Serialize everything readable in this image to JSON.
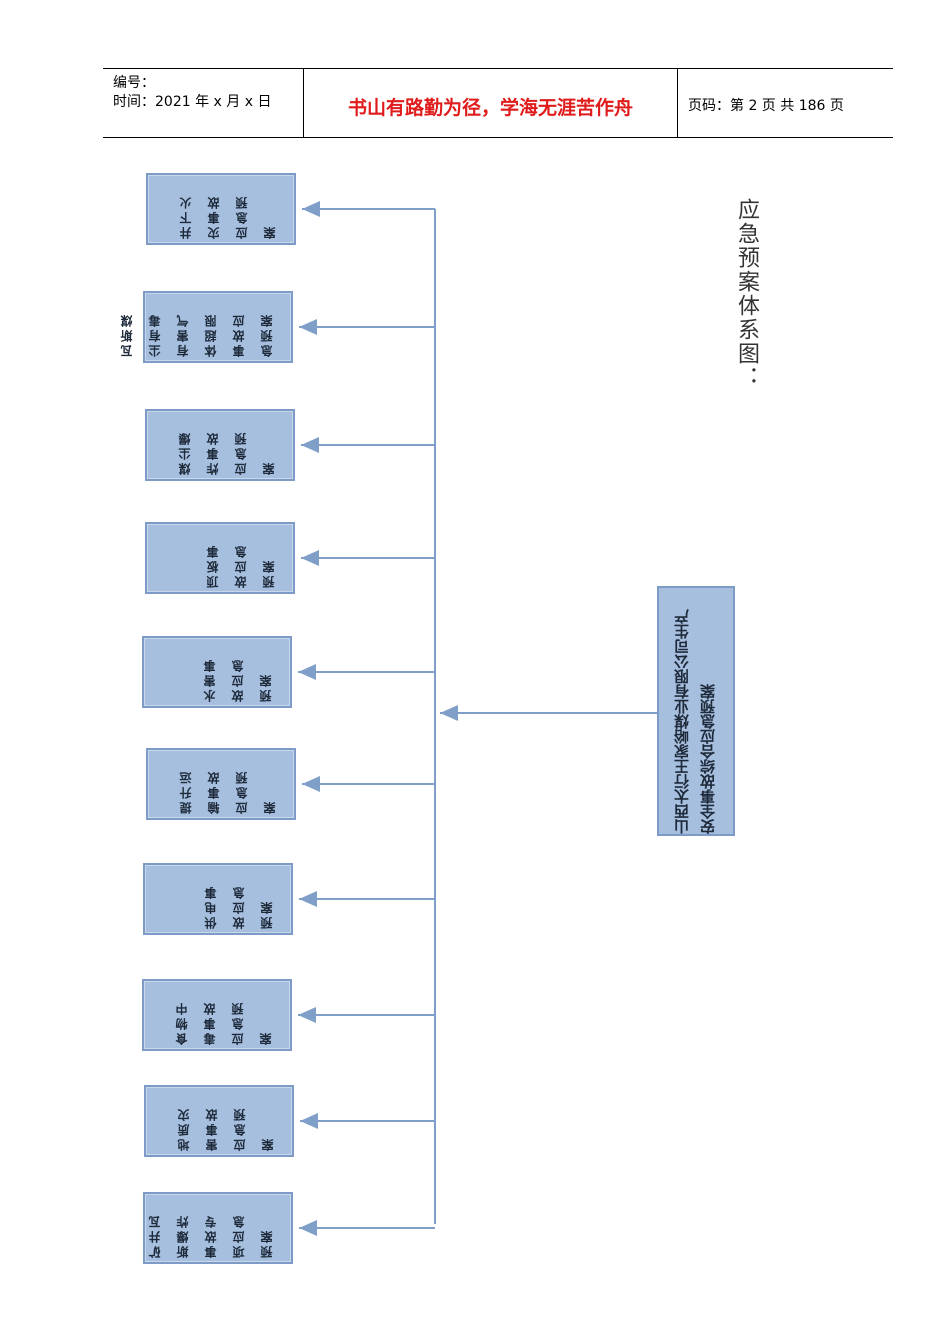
{
  "header": {
    "number_label": "编号：",
    "time_label": "时间：2021 年 x 月 x 日",
    "motto": "书山有路勤为径，学海无涯苦作舟",
    "page_info": "页码：第 2 页  共 186 页"
  },
  "diagram": {
    "title": "应急预案体系图：",
    "main_node": "山西太行王家峪煤业有限公司生产安全事故综合应急预案",
    "branches": [
      "井下火灾事故应急预案",
      "瓦斯煤尘有毒有害气体超限事故应急预案",
      "煤尘爆炸事故应急预案",
      "顶板事故应急预案",
      "水害事故应急预案",
      "提升运输事故应急预案",
      "供电事故应急预案",
      "食物中毒事故应急预案",
      "地质灾害事故应急预案",
      "矿井瓦斯爆炸事故专项应急预案"
    ],
    "colors": {
      "box_fill": "#a6bfdf",
      "box_border": "#7d9bc6",
      "line": "#7f9fc8"
    }
  }
}
